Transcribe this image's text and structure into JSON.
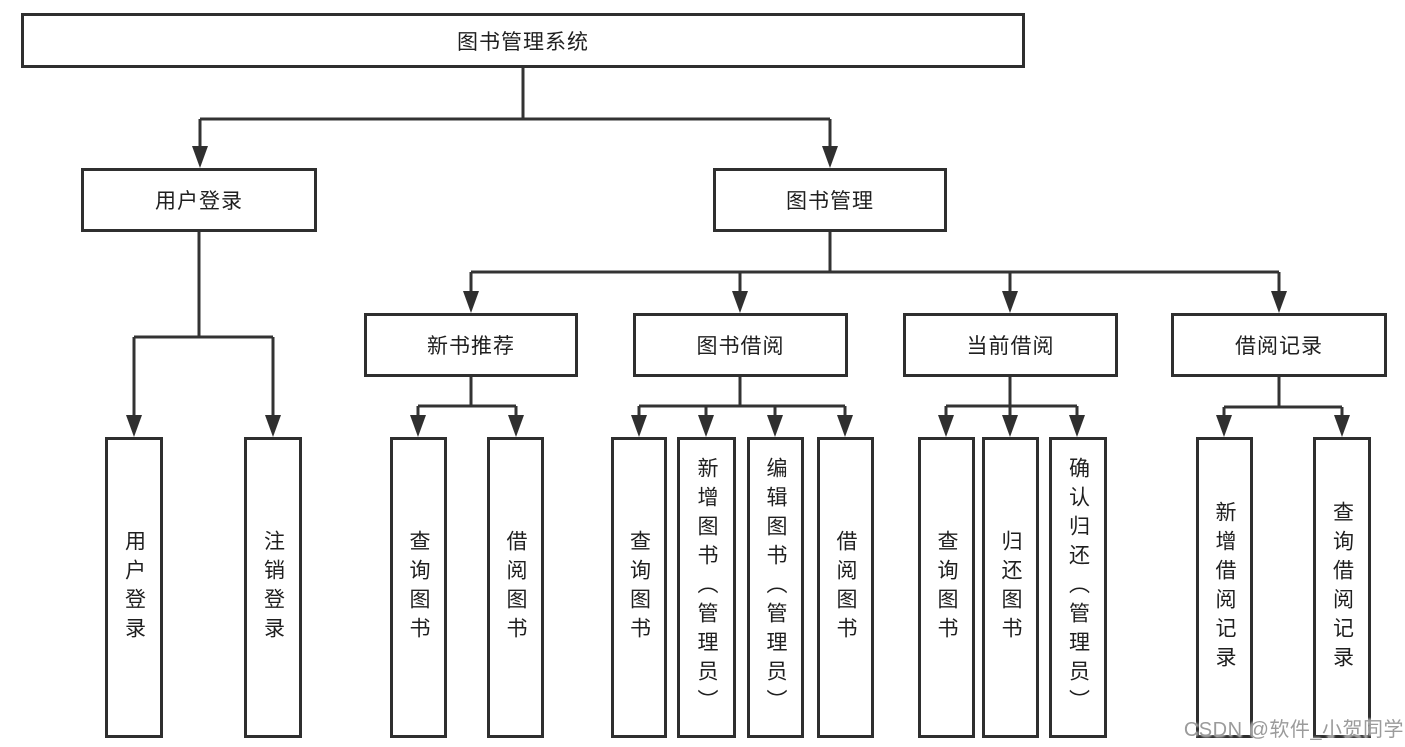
{
  "tree": {
    "root": {
      "label": "图书管理系统",
      "children": [
        {
          "label": "用户登录",
          "children": [
            {
              "label": "用户登录"
            },
            {
              "label": "注销登录"
            }
          ]
        },
        {
          "label": "图书管理",
          "children": [
            {
              "label": "新书推荐",
              "children": [
                {
                  "label": "查询图书"
                },
                {
                  "label": "借阅图书"
                }
              ]
            },
            {
              "label": "图书借阅",
              "children": [
                {
                  "label": "查询图书"
                },
                {
                  "label": "新增图书（管理员）"
                },
                {
                  "label": "编辑图书（管理员）"
                },
                {
                  "label": "借阅图书"
                }
              ]
            },
            {
              "label": "当前借阅",
              "children": [
                {
                  "label": "查询图书"
                },
                {
                  "label": "归还图书"
                },
                {
                  "label": "确认归还（管理员）"
                }
              ]
            },
            {
              "label": "借阅记录",
              "children": [
                {
                  "label": "新增借阅记录"
                },
                {
                  "label": "查询借阅记录"
                }
              ]
            }
          ]
        }
      ]
    }
  },
  "watermark": {
    "text": "CSDN @软件_小贺同学"
  },
  "colors": {
    "line": "#333333",
    "border": "#2f2f2f",
    "text": "#1f1f1f",
    "background": "#ffffff",
    "watermark": "#9b9b9b"
  }
}
